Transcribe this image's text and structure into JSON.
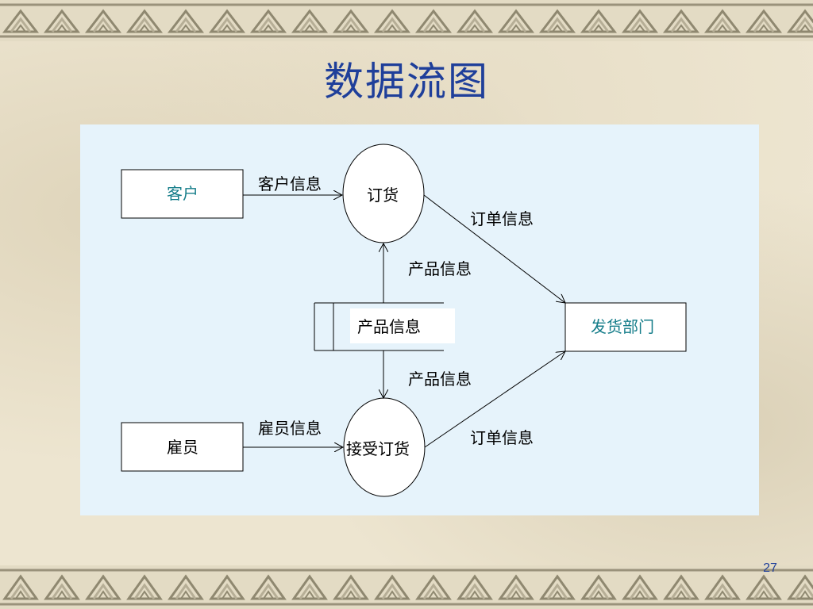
{
  "slide": {
    "title": "数据流图",
    "page_number": "27"
  },
  "diagram": {
    "entities": {
      "customer": "客户",
      "employee": "雇员",
      "shipping_dept": "发货部门"
    },
    "processes": {
      "order": "订货",
      "accept_order": "接受订货"
    },
    "data_store": "产品信息",
    "flows": {
      "customer_info": "客户信息",
      "order_info_top": "订单信息",
      "product_info_up": "产品信息",
      "product_info_down": "产品信息",
      "employee_info": "雇员信息",
      "order_info_bottom": "订单信息"
    }
  },
  "colors": {
    "title": "#1f3f9a",
    "entity_label_teal": "#157d8a",
    "panel_background": "#e6f3fb",
    "slide_background": "#ede5d0"
  }
}
